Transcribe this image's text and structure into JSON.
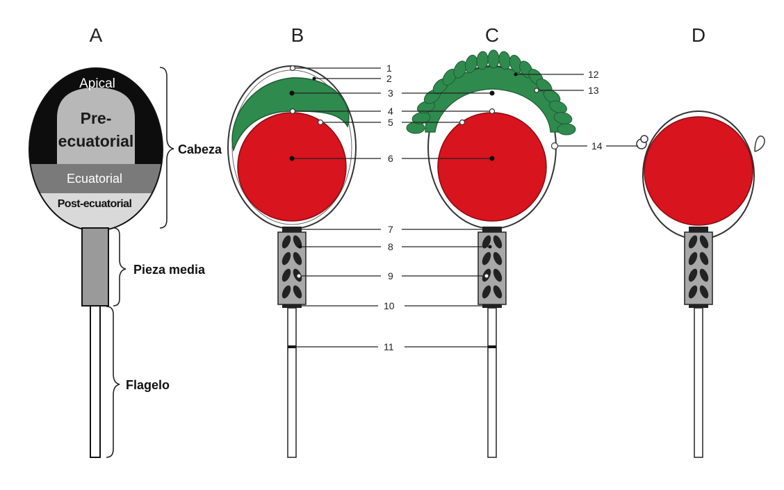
{
  "panels": {
    "a": "A",
    "b": "B",
    "c": "C",
    "d": "D"
  },
  "head_regions": {
    "apical": "Apical",
    "pre_ecuatorial_line1": "Pre-",
    "pre_ecuatorial_line2": "ecuatorial",
    "ecuatorial": "Ecuatorial",
    "post_ecuatorial": "Post-ecuatorial"
  },
  "brace_labels": {
    "head": "Cabeza",
    "midpiece": "Pieza media",
    "flagellum": "Flagelo"
  },
  "callouts": [
    "1",
    "2",
    "3",
    "4",
    "5",
    "6",
    "7",
    "8",
    "9",
    "10",
    "11",
    "12",
    "13",
    "14"
  ],
  "colors": {
    "acrosome_green": "#2f8a4e",
    "nucleus_red": "#d8141e",
    "apical_black": "#0d0d0d",
    "pre_ecuatorial_gray": "#b8b8b8",
    "ecuatorial_gray": "#7a7a7a",
    "post_ecuatorial_gray": "#d9d9d9",
    "midpiece_gray": "#9a9a9a"
  }
}
